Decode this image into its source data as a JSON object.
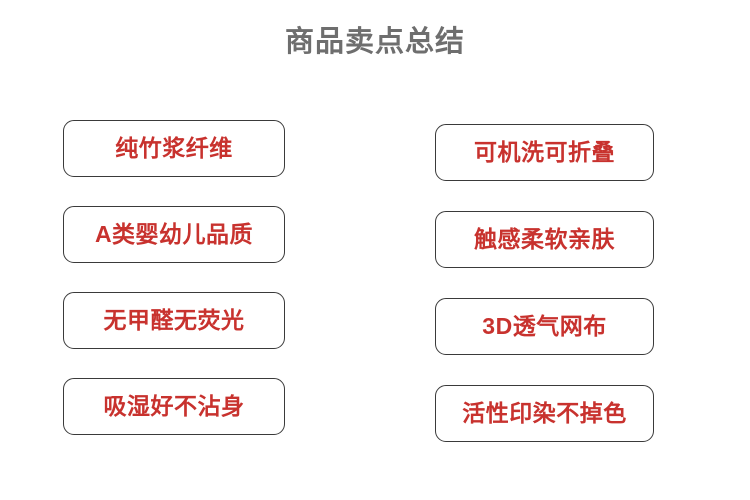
{
  "page": {
    "title": "商品卖点总结",
    "background_color": "#ffffff",
    "title_color": "#6e6e6e",
    "accent_color": "#c8322e",
    "border_color": "#3a3a3a"
  },
  "columns": {
    "left": {
      "items": [
        {
          "label": "纯竹浆纤维"
        },
        {
          "label": "A类婴幼儿品质"
        },
        {
          "label": "无甲醛无荧光"
        },
        {
          "label": "吸湿好不沾身"
        }
      ]
    },
    "right": {
      "items": [
        {
          "label": "可机洗可折叠"
        },
        {
          "label": "触感柔软亲肤"
        },
        {
          "label": "3D透气网布"
        },
        {
          "label": "活性印染不掉色"
        }
      ]
    }
  }
}
